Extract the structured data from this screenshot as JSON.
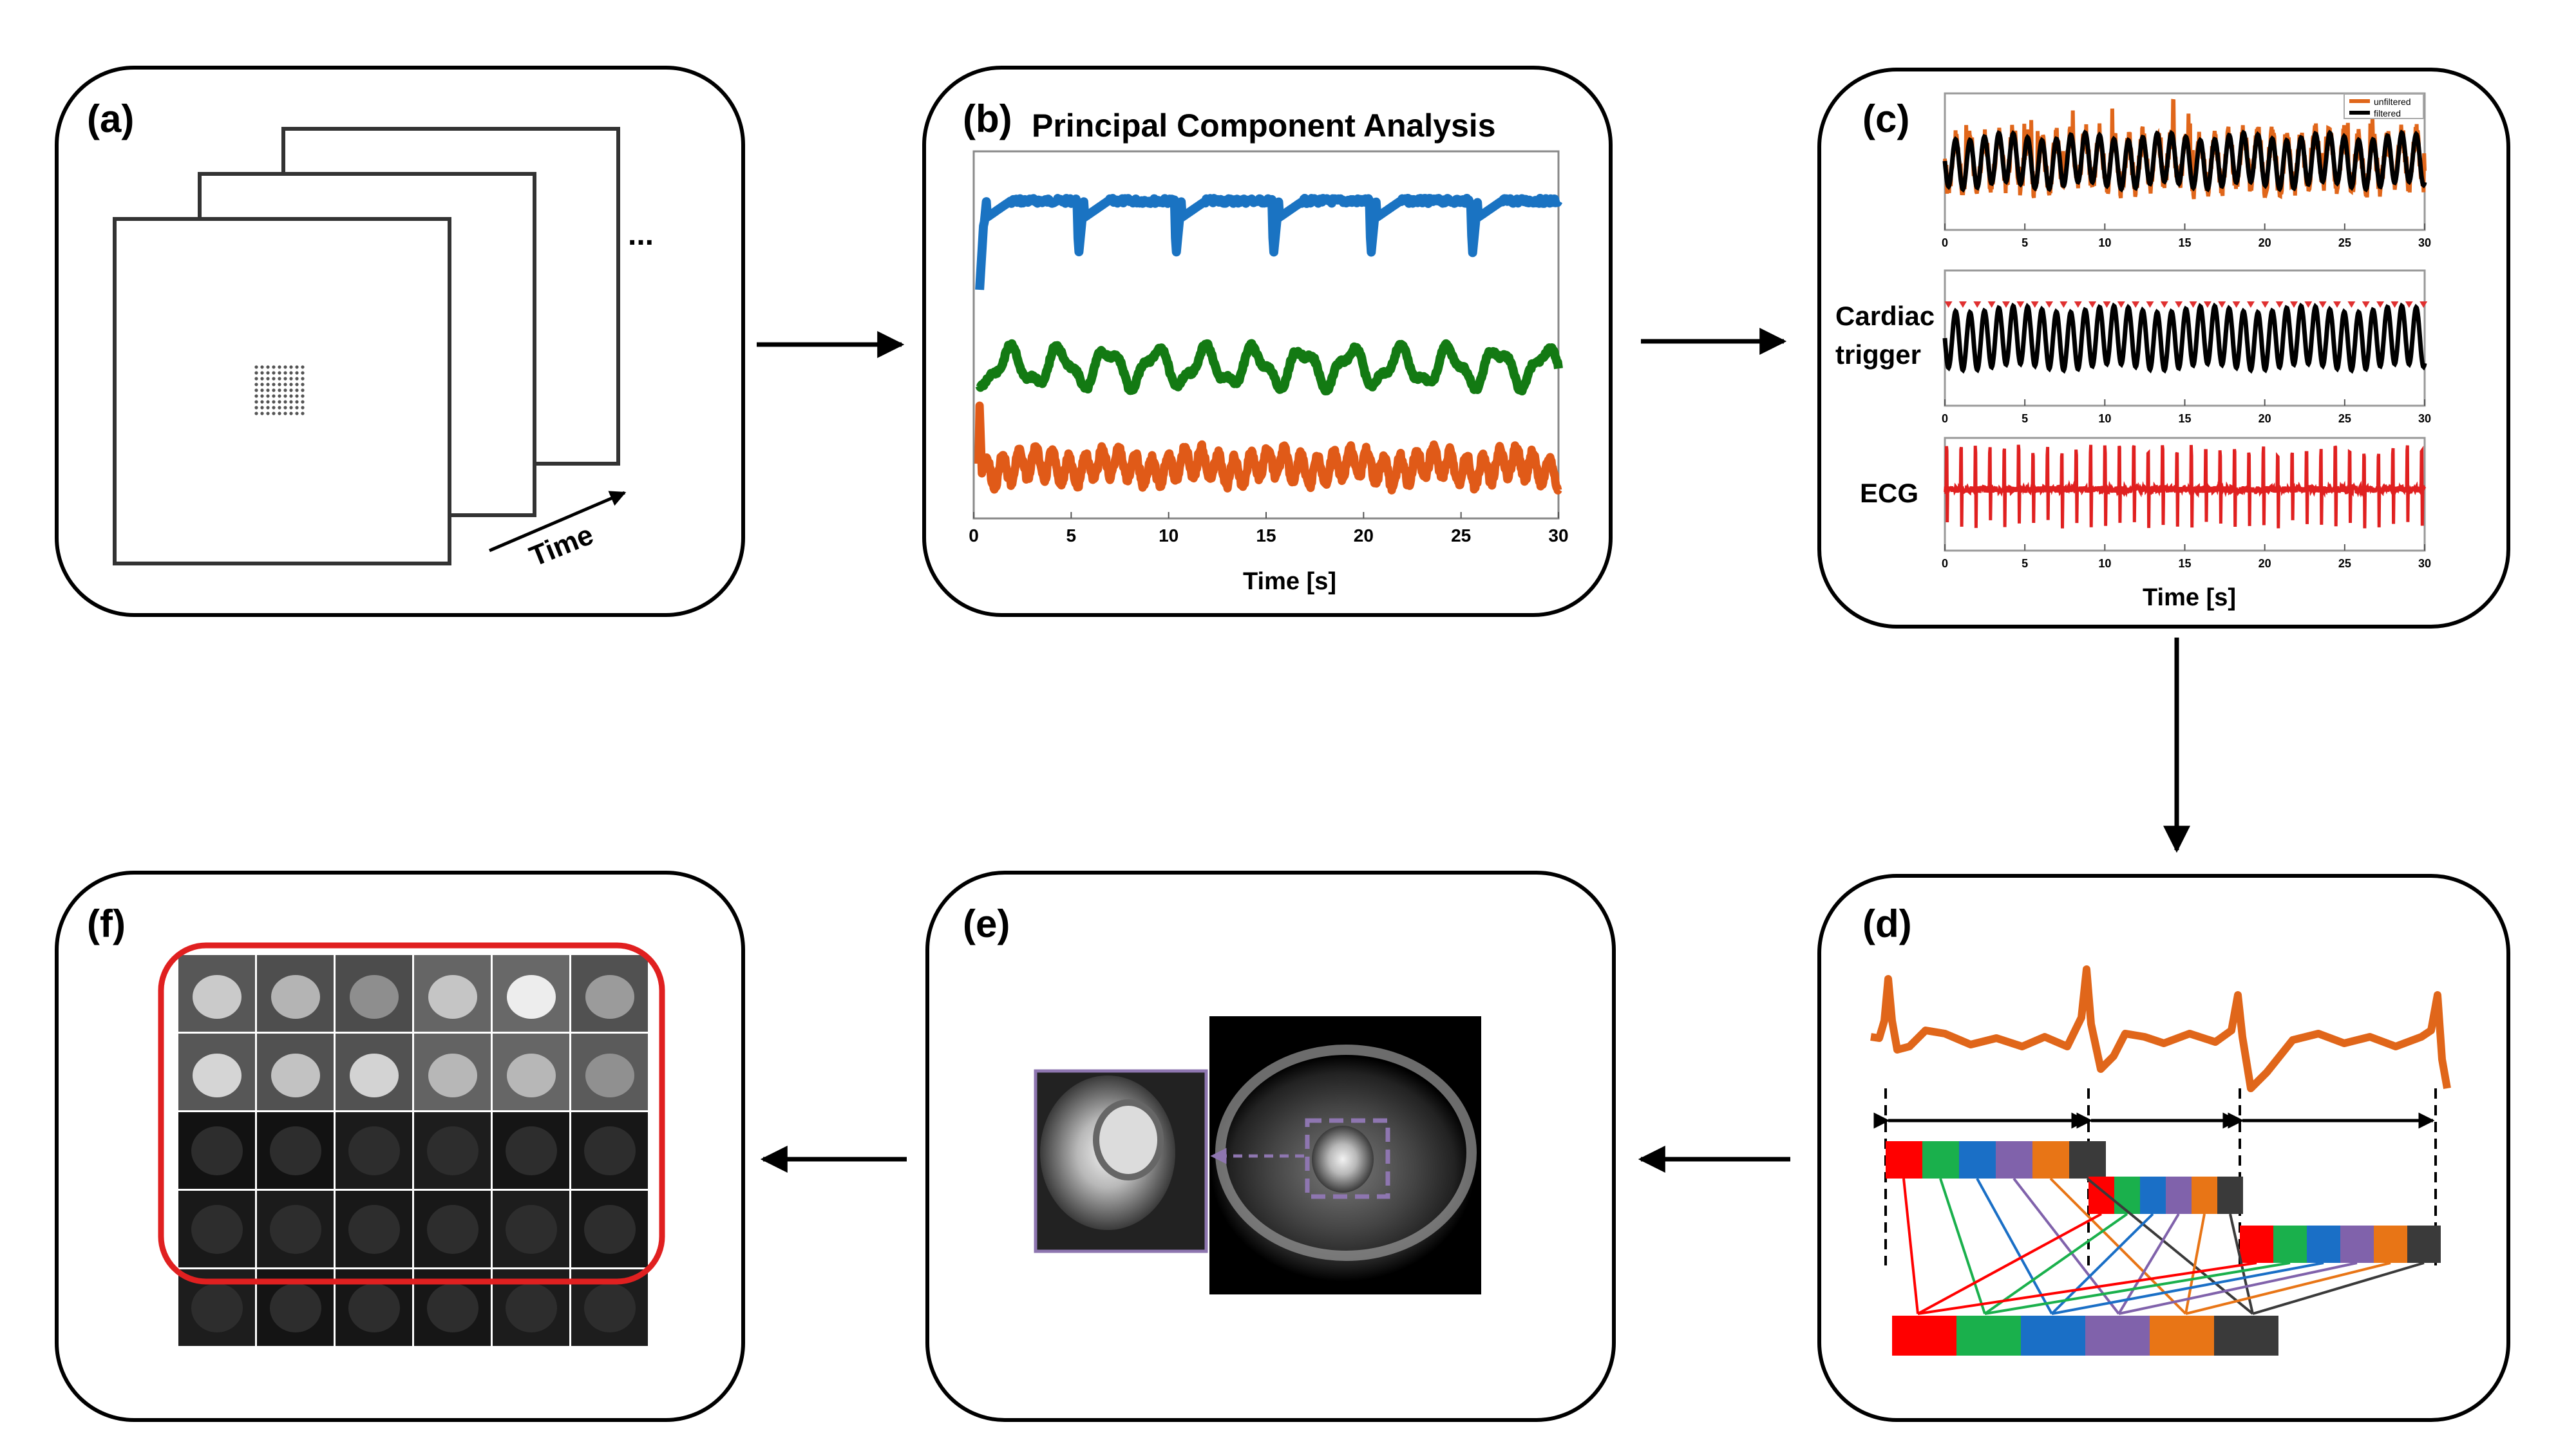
{
  "panels": {
    "a": {
      "label": "(a)",
      "time_label": "Time",
      "ellipsis": "..."
    },
    "b": {
      "label": "(b)",
      "title": "Principal Component Analysis",
      "xlabel": "Time [s]",
      "xticks": [
        "0",
        "5",
        "10",
        "15",
        "20",
        "25",
        "30"
      ]
    },
    "c": {
      "label": "(c)",
      "row_labels": [
        "Cardiac",
        "trigger",
        "ECG"
      ],
      "legend": [
        "unfiltered",
        "filtered"
      ],
      "xlabel": "Time [s]",
      "xticks": [
        "0",
        "5",
        "10",
        "15",
        "20",
        "25",
        "30"
      ]
    },
    "d": {
      "label": "(d)"
    },
    "e": {
      "label": "(e)"
    },
    "f": {
      "label": "(f)"
    }
  },
  "colors": {
    "pc1": "#1a73c2",
    "pc2": "#137a13",
    "pc3": "#e05a18",
    "ecg": "#e02020",
    "trigger_marker": "#e03030",
    "filtered": "#000000",
    "unfiltered": "#e0661a",
    "highlight": "#e02020",
    "roi": "#8e76b0",
    "phases": [
      "#ff0000",
      "#1ab04c",
      "#1a6fc6",
      "#8062ab",
      "#e87516",
      "#3a3a3a"
    ]
  },
  "chart_data": [
    {
      "type": "line",
      "title": "Principal Component Analysis",
      "xlabel": "Time [s]",
      "ylabel": "",
      "xlim": [
        0,
        30
      ],
      "series": [
        {
          "color": "#1a73c2",
          "pattern": "respiratory, dips at",
          "x": [
            0.3,
            5.3,
            10.3,
            15.3,
            20.3,
            25.5
          ]
        },
        {
          "color": "#137a13",
          "pattern": "oscillating"
        },
        {
          "color": "#e05a18",
          "pattern": "cardiac oscillation"
        }
      ]
    },
    {
      "type": "line",
      "xlabel": "Time [s]",
      "xlim": [
        0,
        30
      ],
      "series": [
        {
          "name": "unfiltered"
        },
        {
          "name": "filtered"
        }
      ]
    }
  ]
}
